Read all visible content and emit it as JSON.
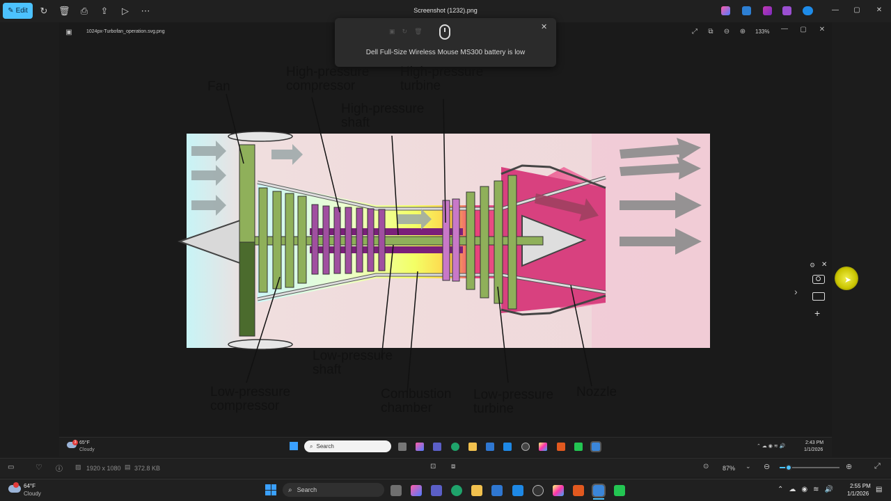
{
  "titlebar": {
    "edit_label": "Edit",
    "title": "Screenshot (1232).png"
  },
  "inner": {
    "file_name": "1024px-Turbofan_operation.svg.png",
    "zoom": "133%"
  },
  "toast": {
    "message": "Dell Full-Size Wireless Mouse MS300 battery is low"
  },
  "diagram": {
    "labels": {
      "fan": "Fan",
      "hp_compressor": "High-pressure\ncompressor",
      "hp_turbine": "High-pressure\nturbine",
      "hp_shaft": "High-pressure\nshaft",
      "lp_compressor": "Low-pressure\ncompressor",
      "lp_shaft": "Low-pressure\nshaft",
      "combustion": "Combustion\nchamber",
      "lp_turbine": "Low-pressure\nturbine",
      "nozzle": "Nozzle"
    }
  },
  "inner_taskbar": {
    "weather_temp": "65°F",
    "weather_cond": "Cloudy",
    "badge": "3",
    "search_placeholder": "Search",
    "time": "2:43 PM",
    "date": "1/1/2026"
  },
  "statusbar": {
    "dimensions": "1920 x 1080",
    "file_size": "372.8 KB",
    "zoom": "87%"
  },
  "taskbar": {
    "weather_temp": "64°F",
    "weather_cond": "Cloudy",
    "search_placeholder": "Search",
    "time": "2:55 PM",
    "date": "1/1/2026"
  },
  "colors": {
    "accent": "#4cc2ff",
    "fan_green": "#8fb05a",
    "compressor_purple": "#7a1f7a",
    "exhaust_pink": "#d64b87",
    "cursor_yellow": "#e8e000"
  }
}
